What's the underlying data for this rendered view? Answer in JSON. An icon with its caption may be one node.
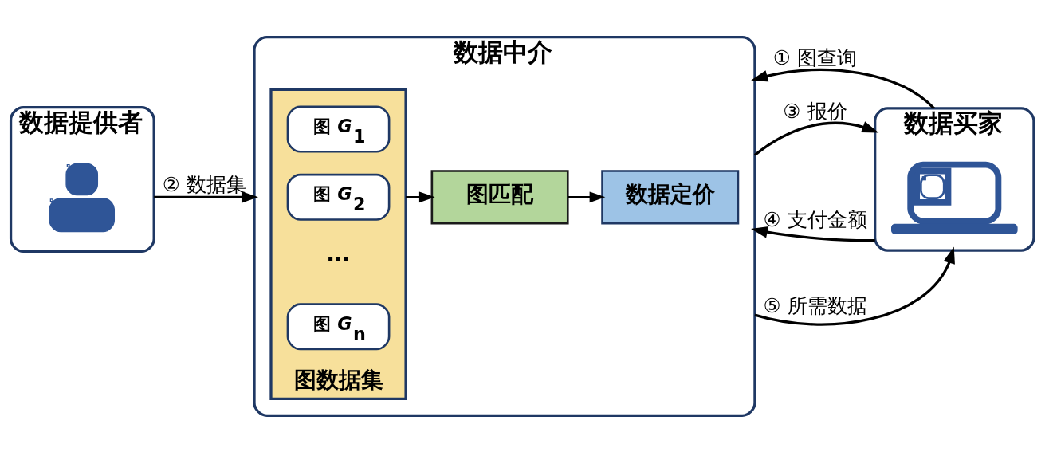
{
  "diagram": {
    "nodes": [
      {
        "text": [
          "数据提供者"
        ]
      },
      {
        "text": [],
        "shape": "person",
        "in": 0
      },
      {
        "text": [
          "数据中介"
        ]
      },
      {
        "text": [
          "图数据集"
        ],
        "in": 2
      },
      {
        "text": [
          "图 *G*$_{1}$"
        ],
        "in": 3
      },
      {
        "text": [
          "图 *G*$_{2}$"
        ],
        "in": 3
      },
      {
        "text": [
          "图 *G*$_{n}$"
        ],
        "in": 3
      },
      {
        "text": [
          "图匹配"
        ],
        "in": 2
      },
      {
        "text": [
          "数据定价"
        ],
        "in": 2
      },
      {
        "text": [
          "数据买家"
        ]
      },
      {
        "text": [],
        "shape": "picture",
        "in": 9
      }
    ],
    "edges": [
      {
        "from": 9,
        "to": 2,
        "arrow": "to",
        "label": "① 图查询"
      },
      {
        "from": 0,
        "to": 2,
        "arrow": "to",
        "label": "② 数据集"
      },
      {
        "from": 2,
        "to": 9,
        "arrow": "to",
        "label": "③ 报价"
      },
      {
        "from": 9,
        "to": 2,
        "arrow": "to",
        "label": "④ 支付金额"
      },
      {
        "from": 2,
        "to": 9,
        "arrow": "to",
        "label": "⑤ 所需数据"
      },
      {
        "from": 3,
        "to": 7,
        "arrow": "to"
      },
      {
        "from": 7,
        "to": 8,
        "arrow": "to"
      }
    ],
    "labels": [
      "⋯"
    ]
  }
}
